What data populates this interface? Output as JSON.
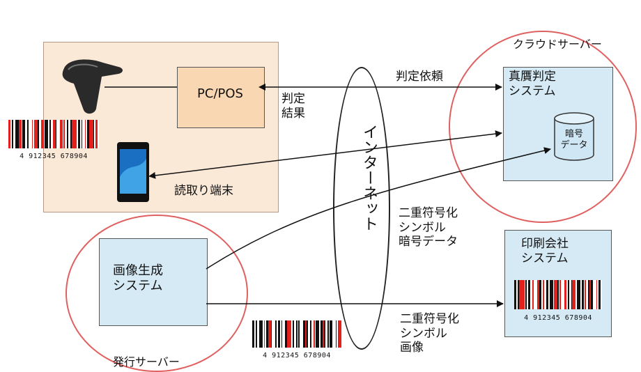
{
  "terminal": {
    "label": "読取り端末"
  },
  "pcpos": {
    "label": "PC/POS"
  },
  "judgment_result": {
    "label": "判定\n結果"
  },
  "internet": {
    "label": "インターネット"
  },
  "cloud": {
    "title": "クラウドサーバー",
    "system_label": "真贋判定\nシステム",
    "db_label": "暗号\nデータ"
  },
  "issue_server": {
    "title": "発行サーバー",
    "system_label": "画像生成\nシステム"
  },
  "printing": {
    "label": "印刷会社\nシステム"
  },
  "arrows": {
    "request": "判定依頼",
    "crypto_data": "二重符号化\nシンボル\n暗号データ",
    "image": "二重符号化\nシンボル\n画像"
  },
  "barcode": {
    "number": "4 912345 678904"
  },
  "colors": {
    "terminal_bg": "#fbe9d8",
    "box_bg": "#d6eaf5",
    "pcpos_bg": "#f9d7b2",
    "circle_stroke": "#e06060",
    "barcode_red": "#e4201c"
  },
  "icons": [
    "barcode-scanner-icon",
    "smartphone-icon",
    "database-icon"
  ]
}
